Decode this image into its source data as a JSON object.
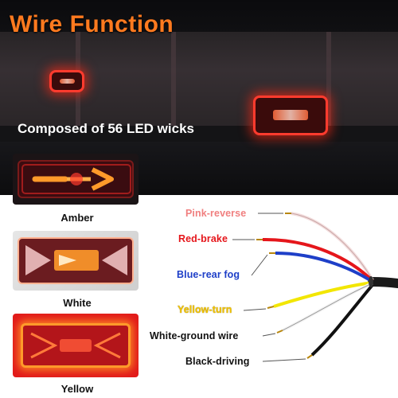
{
  "header": {
    "title": "Wire Function"
  },
  "subtitle": "Composed of 56 LED wicks",
  "modes": [
    {
      "label": "Amber"
    },
    {
      "label": "White"
    },
    {
      "label": "Yellow"
    }
  ],
  "wires": [
    {
      "label": "Pink-reverse",
      "color": "#f07f7f"
    },
    {
      "label": "Red-brake",
      "color": "#e5161b"
    },
    {
      "label": "Blue-rear fog",
      "color": "#1e3fc8"
    },
    {
      "label": "Yellow-turn",
      "color": "#f2e600"
    },
    {
      "label": "White-ground wire",
      "color": "#111111"
    },
    {
      "label": "Black-driving",
      "color": "#111111"
    }
  ],
  "colors": {
    "title": "#ff7a1f",
    "lamp_red": "#ff3b2e",
    "amber": "#ff9a2a"
  }
}
